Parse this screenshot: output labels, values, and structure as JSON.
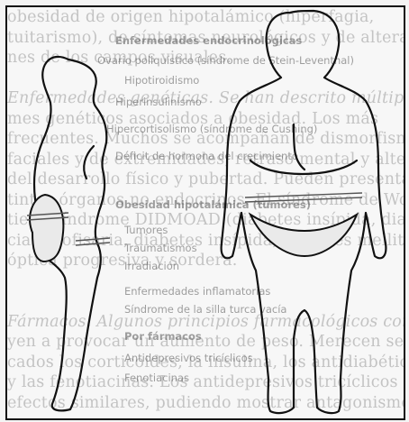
{
  "ghost_text": [
    {
      "text": "obesidad de origen hipotalámico (hiperfagia,",
      "italic": false
    },
    {
      "text": "tuitarismo), de síntomas neurológicos y de alteracio-",
      "italic": false
    },
    {
      "text": "nes de los campos visuales.",
      "italic": false
    },
    {
      "text": "",
      "italic": false
    },
    {
      "text": "Enfermedades genéticas. Se han descrito múltiples sín-",
      "italic": true
    },
    {
      "text": "mes genéticos asociados a obesidad. Los más",
      "italic": false
    },
    {
      "text": "frecuentes. Muchos se acompañan de dismorfismos",
      "italic": false
    },
    {
      "text": "faciales y de extremidades, retraso mental y alteraciones",
      "italic": false
    },
    {
      "text": "del desarrollo físico y pubertad. Pueden presentar",
      "italic": false
    },
    {
      "text": "tintos órganos no endocrinos. El síndrome de Wolfram,",
      "italic": false
    },
    {
      "text": "tiene síndrome DIDMOAD (diabetes insípida, diabetes",
      "italic": false
    },
    {
      "text": "cia hipofisaria, diabetes insípida, diabetes mellitus, atrofia",
      "italic": false
    },
    {
      "text": "óptica progresiva y sordera.",
      "italic": false
    },
    {
      "text": "",
      "italic": false
    },
    {
      "text": "",
      "italic": false
    },
    {
      "text": "Fármacos. Algunos principios farmacológicos contribu-",
      "italic": true
    },
    {
      "text": "yen a provocar un aumento de peso. Merecen ser desta-",
      "italic": false
    },
    {
      "text": "cados los corticoides, la insulina, los antidiabéticos orales",
      "italic": false
    },
    {
      "text": "y las fenotiacinas. Los antidepresivos tricíclicos producen",
      "italic": false
    },
    {
      "text": "efectos similares, pudiendo mostrar antagonismo dir",
      "italic": false
    }
  ],
  "mid_text": [
    {
      "text": "Enfermedades endocrinológicas",
      "bold": true
    },
    {
      "text": "Ovario poliquístico (síndrome de Stein-Leventhal)",
      "bold": false
    },
    {
      "text": "Hipotiroidismo",
      "bold": false
    },
    {
      "text": "Hiperinsulinismo",
      "bold": false
    },
    {
      "text": "Hipercortisolismo (síndrome de Cushing)",
      "bold": false
    },
    {
      "text": "Déficit de hormona del crecimiento",
      "bold": false
    },
    {
      "text": "Obesidad hipotalámica (tumores)",
      "bold": true
    },
    {
      "text": "Tumores",
      "bold": false
    },
    {
      "text": "Traumatismos",
      "bold": false
    },
    {
      "text": "Irradiación",
      "bold": false
    },
    {
      "text": "Enfermedades inflamatorias",
      "bold": false
    },
    {
      "text": "Síndrome de la silla turca vacía",
      "bold": false
    },
    {
      "text": "Por fármacos",
      "bold": true
    },
    {
      "text": "Antidepresivos tricíclicos",
      "bold": false
    },
    {
      "text": "Fenotiacinas",
      "bold": false
    }
  ],
  "figures": [
    {
      "label": "figura de perfil",
      "view": "lateral"
    },
    {
      "label": "figura de frente",
      "view": "frontal"
    }
  ]
}
